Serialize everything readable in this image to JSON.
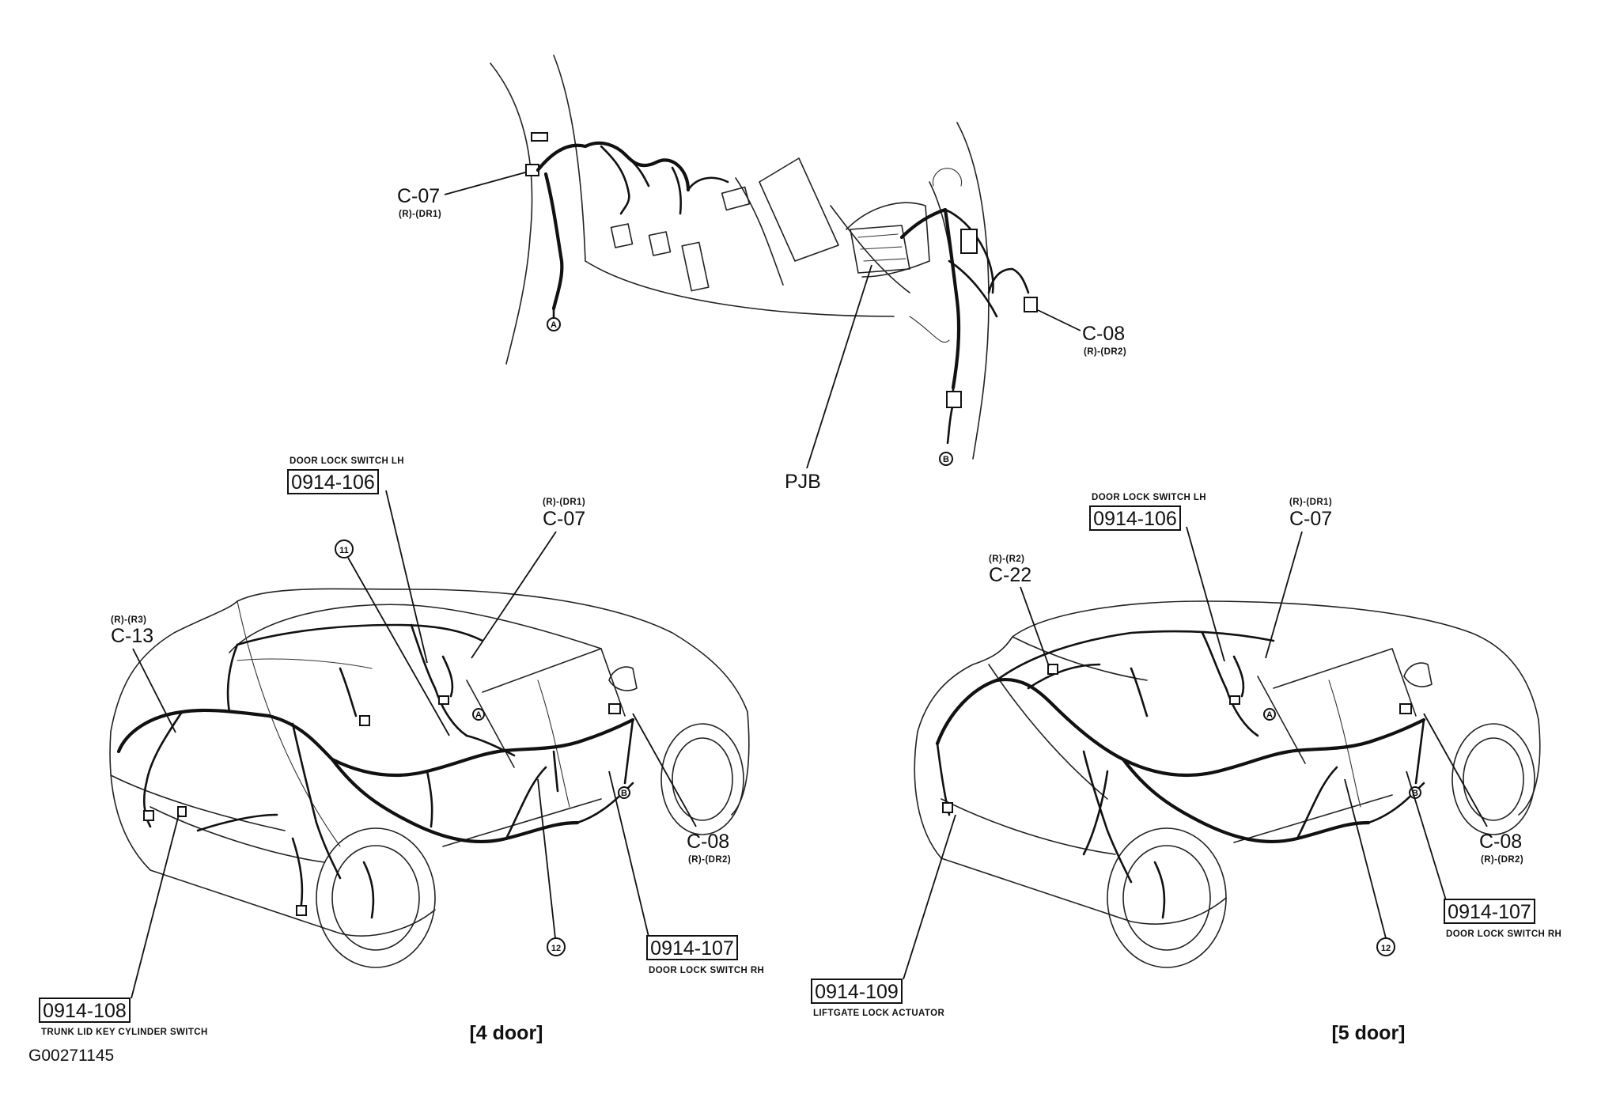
{
  "figure_id": "G00271145",
  "dash": {
    "c07": {
      "code": "C-07",
      "sub": "(R)-(DR1)"
    },
    "c08": {
      "code": "C-08",
      "sub": "(R)-(DR2)"
    },
    "pjb": "PJB",
    "point_a": "A",
    "point_b": "B"
  },
  "four_door": {
    "view_label": "[4 door]",
    "switch_lh": {
      "part": "0914-106",
      "desc": "DOOR LOCK SWITCH LH"
    },
    "c07": {
      "code": "C-07",
      "sub": "(R)-(DR1)"
    },
    "c13": {
      "code": "C-13",
      "sub": "(R)-(R3)"
    },
    "c08": {
      "code": "C-08",
      "sub": "(R)-(DR2)"
    },
    "marker11": "11",
    "marker12": "12",
    "switch_rh": {
      "part": "0914-107",
      "desc": "DOOR LOCK SWITCH RH"
    },
    "trunk": {
      "part": "0914-108",
      "desc": "TRUNK LID KEY CYLINDER SWITCH"
    },
    "point_a": "A",
    "point_b": "B"
  },
  "five_door": {
    "view_label": "[5 door]",
    "switch_lh": {
      "part": "0914-106",
      "desc": "DOOR LOCK SWITCH LH"
    },
    "c07": {
      "code": "C-07",
      "sub": "(R)-(DR1)"
    },
    "c22": {
      "code": "C-22",
      "sub": "(R)-(R2)"
    },
    "c08": {
      "code": "C-08",
      "sub": "(R)-(DR2)"
    },
    "marker12": "12",
    "switch_rh": {
      "part": "0914-107",
      "desc": "DOOR LOCK SWITCH RH"
    },
    "liftgate": {
      "part": "0914-109",
      "desc": "LIFTGATE LOCK ACTUATOR"
    },
    "point_a": "A",
    "point_b": "B"
  }
}
